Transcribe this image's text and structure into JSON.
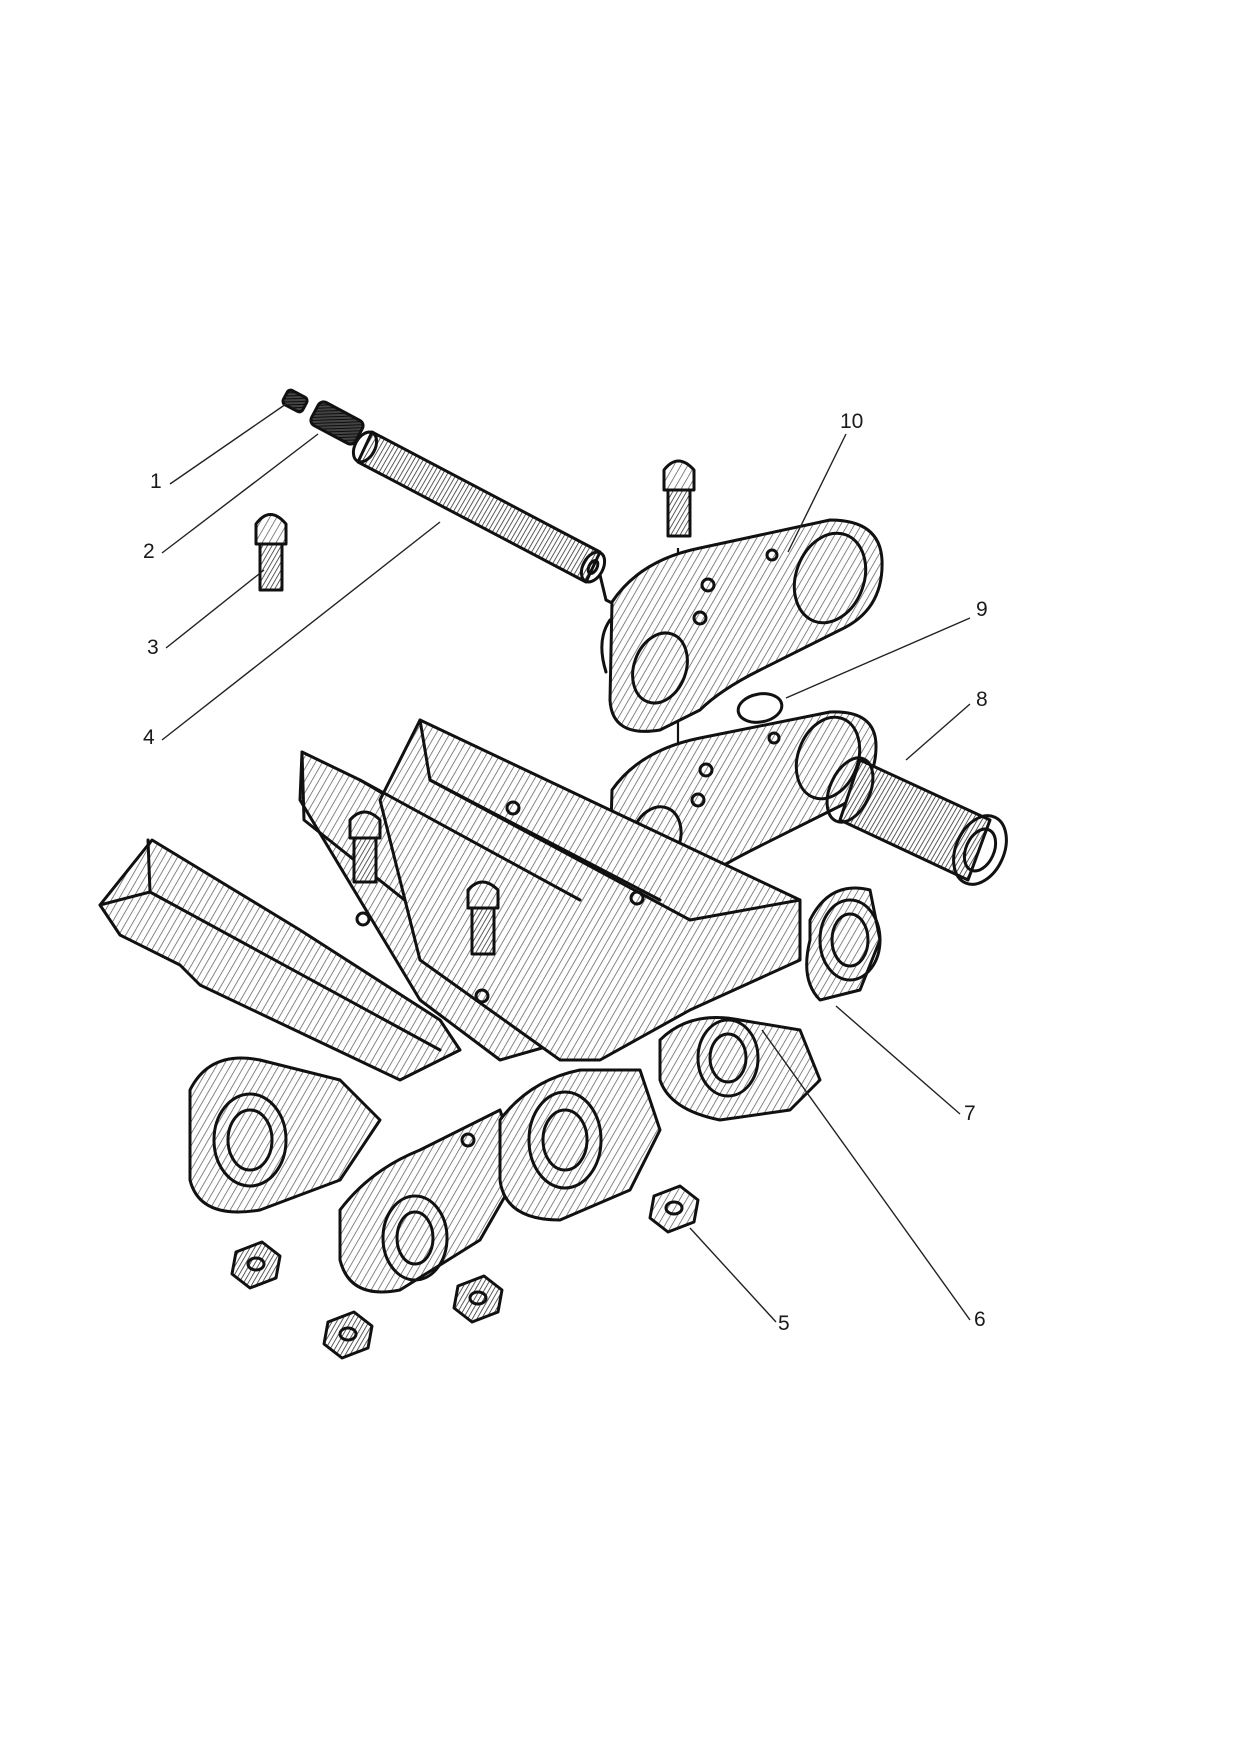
{
  "callouts": [
    {
      "id": "1",
      "label": "1"
    },
    {
      "id": "2",
      "label": "2"
    },
    {
      "id": "3",
      "label": "3"
    },
    {
      "id": "4",
      "label": "4"
    },
    {
      "id": "5",
      "label": "5"
    },
    {
      "id": "6",
      "label": "6"
    },
    {
      "id": "7",
      "label": "7"
    },
    {
      "id": "8",
      "label": "8"
    },
    {
      "id": "9",
      "label": "9"
    },
    {
      "id": "10",
      "label": "10"
    }
  ],
  "colors": {
    "ink": "#111111",
    "paper": "#ffffff",
    "shade": "#9a9a9a"
  }
}
